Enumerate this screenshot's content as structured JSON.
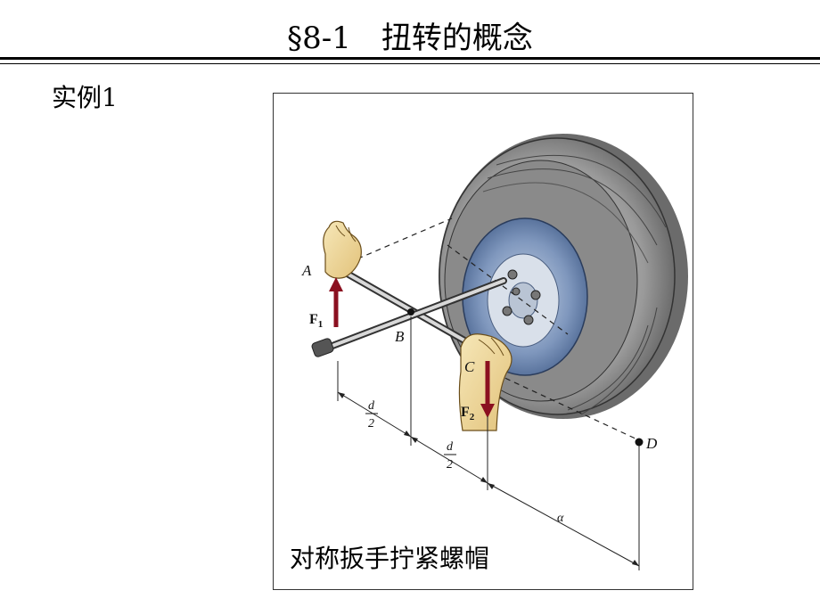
{
  "title": "§8-1　扭转的概念",
  "example_label": "实例1",
  "figure": {
    "caption": "对称扳手拧紧螺帽",
    "labels": {
      "A": "A",
      "B": "B",
      "C": "C",
      "D": "D",
      "F1": "F",
      "F1_sub": "1",
      "F2": "F",
      "F2_sub": "2",
      "d_num_1": "d",
      "d_den_1": "2",
      "d_num_2": "d",
      "d_den_2": "2",
      "alpha": "α"
    }
  }
}
